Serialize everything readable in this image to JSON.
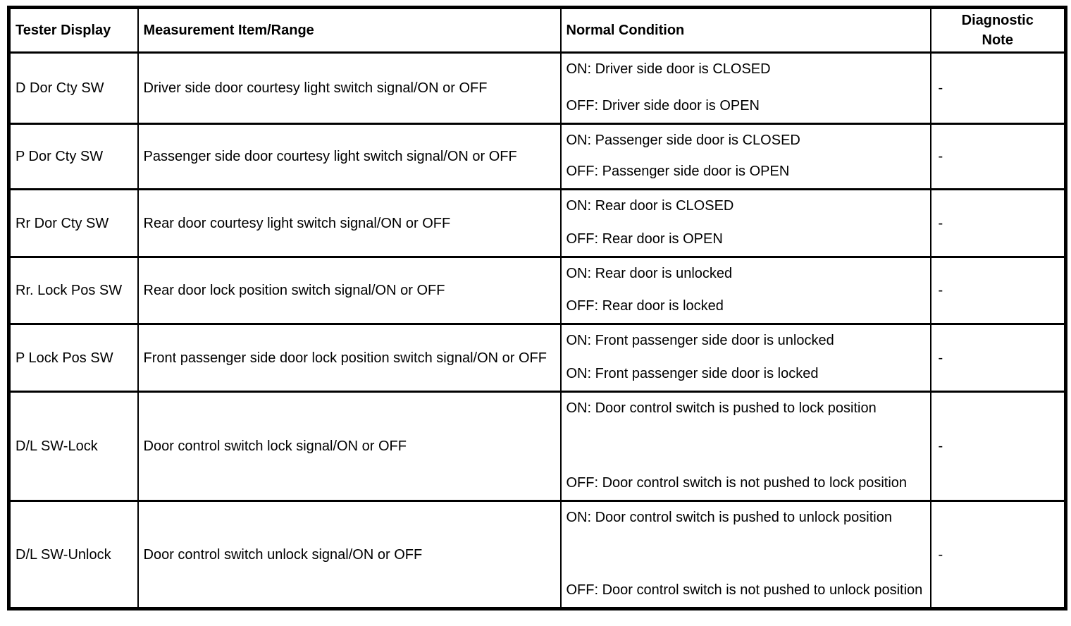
{
  "page": {
    "background": "#ffffff",
    "border_color": "#000000",
    "text_color": "#000000"
  },
  "table": {
    "headers": [
      "Tester Display",
      "Measurement Item/Range",
      "Normal Condition",
      "Diagnostic Note"
    ],
    "rows": [
      {
        "tester_display": "D Dor Cty SW",
        "measurement": "Driver side door courtesy light switch signal/ON or OFF",
        "condition_on": "ON: Driver side door is CLOSED",
        "condition_off": "OFF: Driver side door is OPEN",
        "note": "-"
      },
      {
        "tester_display": "P Dor Cty SW",
        "measurement": "Passenger side door courtesy light switch signal/ON or OFF",
        "condition_on": "ON: Passenger side door is CLOSED",
        "condition_off": "OFF: Passenger side door is OPEN",
        "note": "-"
      },
      {
        "tester_display": "Rr Dor Cty SW",
        "measurement": "Rear door courtesy light switch signal/ON or OFF",
        "condition_on": "ON: Rear door is CLOSED",
        "condition_off": "OFF: Rear door is OPEN",
        "note": "-"
      },
      {
        "tester_display": "Rr. Lock Pos SW",
        "measurement": "Rear door lock position switch signal/ON or OFF",
        "condition_on": "ON: Rear door is unlocked",
        "condition_off": "OFF: Rear door is locked",
        "note": "-"
      },
      {
        "tester_display": "P Lock Pos SW",
        "measurement": "Front passenger side door lock position switch signal/ON or OFF",
        "condition_on": "ON: Front passenger side door is unlocked",
        "condition_off": "ON: Front passenger side door is locked",
        "note": "-"
      },
      {
        "tester_display": "D/L SW-Lock",
        "measurement": "Door control switch lock signal/ON or OFF",
        "condition_on": "ON: Door control switch is pushed to lock position",
        "condition_off": "OFF: Door control switch is not pushed to lock position",
        "note": "-"
      },
      {
        "tester_display": "D/L SW-Unlock",
        "measurement": "Door control switch unlock signal/ON or OFF",
        "condition_on": "ON: Door control switch is pushed to unlock position",
        "condition_off": "OFF: Door control switch is not pushed to unlock position",
        "note": "-"
      }
    ]
  }
}
